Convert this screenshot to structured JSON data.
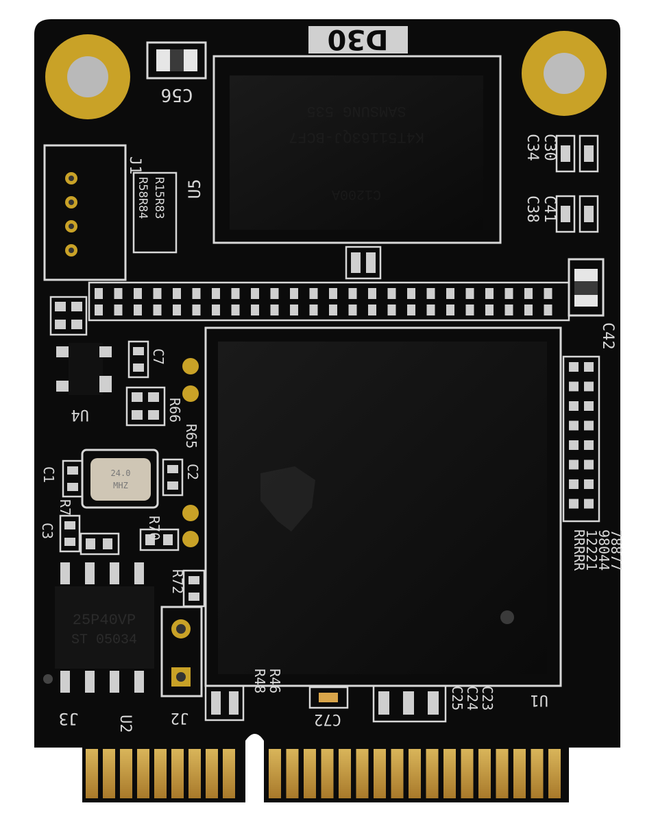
{
  "board": {
    "title_marking": "D30",
    "colors": {
      "pcb": "#0b0b0b",
      "silkscreen": "#d8d8d8",
      "gold": "#c9a227",
      "contact_gold": "#b8892a",
      "chip": "#141414",
      "background": "#ffffff"
    }
  },
  "silkscreen_labels": {
    "c56": "C56",
    "c34": "C34",
    "c30": "C30",
    "c38": "C38",
    "c41": "C41",
    "c42": "C42",
    "u5": "U5",
    "j1": "J1",
    "r58r84": "R58R84",
    "r15r83": "R15R83",
    "c7": "C7",
    "u4": "U4",
    "r66": "R66",
    "r65": "R65",
    "c1": "C1",
    "r7": "R7",
    "c3": "C3",
    "c2": "C2",
    "r70": "R70",
    "r72": "R72",
    "j3": "J3",
    "u2": "U2",
    "j2": "J2",
    "r48": "R48",
    "r46": "R46",
    "c72": "C72",
    "c25": "C25",
    "c24": "C24",
    "c23": "C23",
    "u1": "U1",
    "right_column": "RRRRR",
    "right_column_2": "12221",
    "right_column_3": "98044",
    "right_column_4": "78877"
  },
  "chip_markings": {
    "ram_line1": "SAMSUNG    535",
    "ram_line2": "K4T51163QJ-BCF7",
    "ram_line3": "C1200A",
    "flash_line1": "25P40VP",
    "flash_line2": "ST 05034",
    "crystal_line1": "24.0",
    "crystal_line2": "MHZ"
  },
  "icons": {
    "mount_hole_left": "mounting-hole-icon",
    "mount_hole_right": "mounting-hole-icon",
    "ti_logo": "ti-logo-icon"
  }
}
